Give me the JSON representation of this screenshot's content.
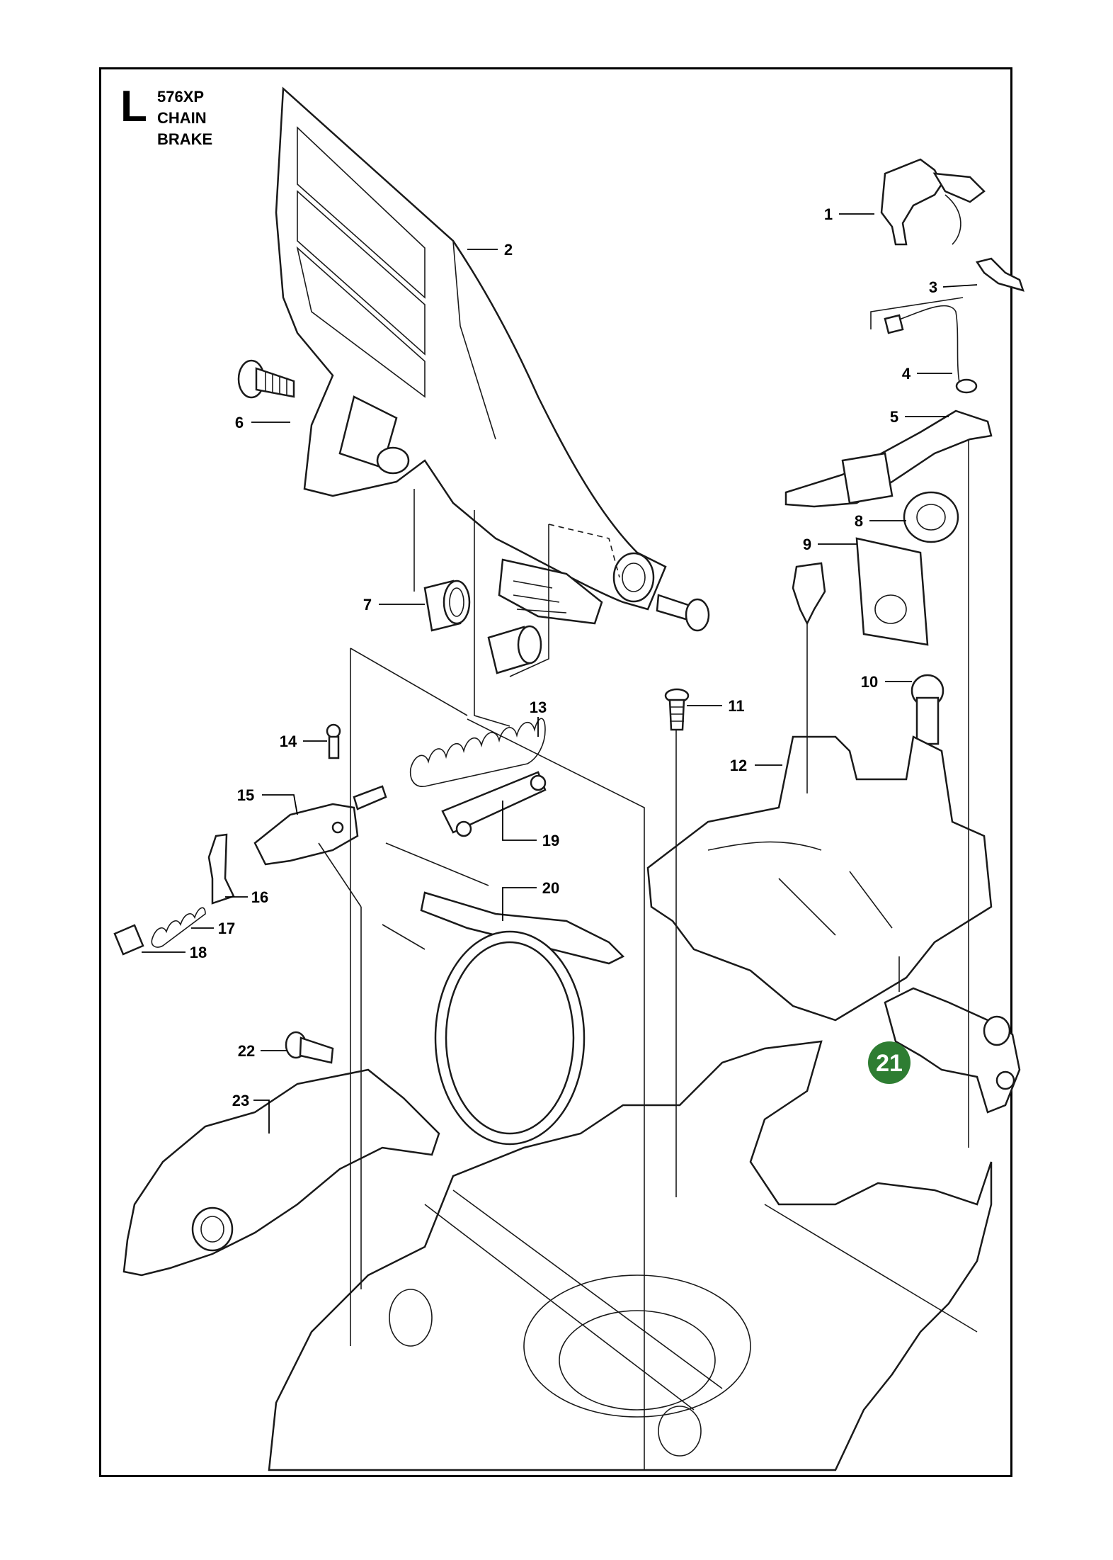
{
  "header": {
    "section": "L",
    "model": "576XP",
    "title_line1": "CHAIN",
    "title_line2": "BRAKE"
  },
  "callouts": [
    "1",
    "2",
    "3",
    "4",
    "5",
    "6",
    "7",
    "8",
    "9",
    "10",
    "11",
    "12",
    "13",
    "14",
    "15",
    "16",
    "17",
    "18",
    "19",
    "20",
    "22",
    "23"
  ],
  "highlighted_callout": "21",
  "colors": {
    "highlight": "#2e7d32",
    "line": "#1a1a1a",
    "frame": "#000000"
  }
}
